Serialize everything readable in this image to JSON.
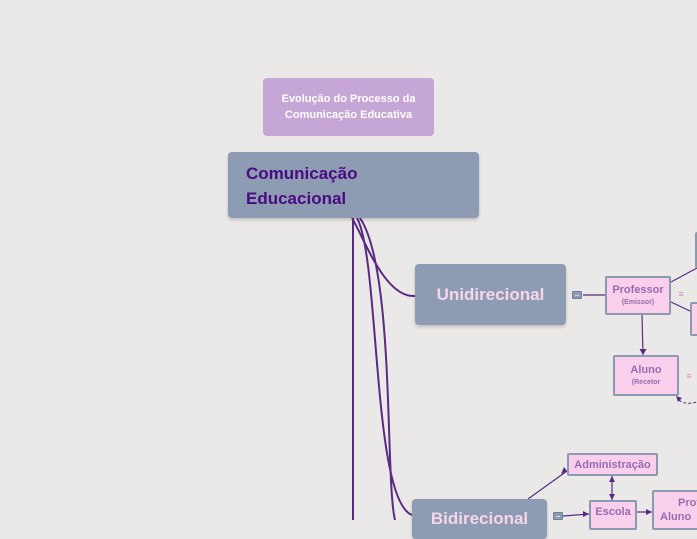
{
  "title_note": {
    "line1": "Evolução do Processo da",
    "line2": "Comunicação Educativa"
  },
  "root": {
    "line1": "Comunicação",
    "line2": "Educacional"
  },
  "branches": {
    "unidirecional": "Unidirecional",
    "bidirecional": "Bidirecional"
  },
  "nodes": {
    "professor": {
      "label": "Professor",
      "sub": "(Emissor)"
    },
    "aluno": {
      "label": "Aluno",
      "sub": "(Recetor"
    },
    "administracao": {
      "label": "Administração"
    },
    "escola": {
      "label": "Escola"
    },
    "professor_aluno": {
      "line1": "Prof",
      "line2": "Aluno"
    }
  },
  "icons": {
    "collapse": "minus-box-icon",
    "note": "note-lines-icon"
  },
  "colors": {
    "background": "#ebe9e7",
    "topic": "#8d9cb3",
    "root_text": "#4a0a82",
    "branch_text": "#f7d6ec",
    "subtopic_fill": "#f9cfec",
    "subtopic_text": "#9a6ab0",
    "connector": "#5a2a82",
    "title_note_fill": "#c6a6d6"
  }
}
